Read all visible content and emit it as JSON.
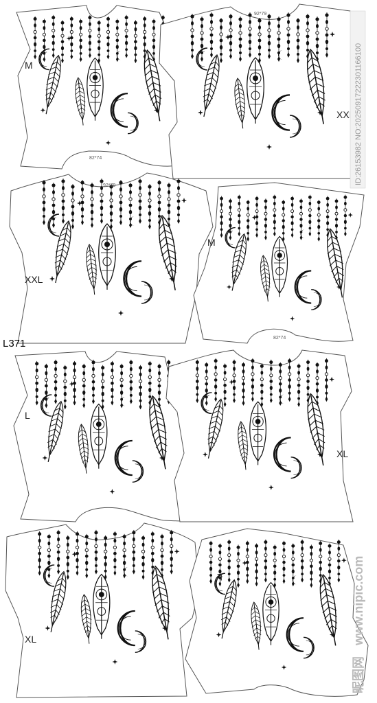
{
  "design_code": "L371",
  "watermark": {
    "id_text": "ID:26153982 NO:20250917222301166100",
    "site_text": "www.nipic.com",
    "brand_text": "昵图网"
  },
  "pieces": [
    {
      "size": "M",
      "dimension": "82*74"
    },
    {
      "size": "XXL",
      "dimension": "92*79"
    },
    {
      "size": "XXL",
      "dimension": "92*79"
    },
    {
      "size": "M",
      "dimension": "82*74"
    },
    {
      "size": "L",
      "dimension": ""
    },
    {
      "size": "XL",
      "dimension": ""
    },
    {
      "size": "XL",
      "dimension": ""
    },
    {
      "size": "L",
      "dimension": ""
    }
  ],
  "colors": {
    "outline": "#555555",
    "ink": "#111111",
    "background": "#ffffff"
  }
}
